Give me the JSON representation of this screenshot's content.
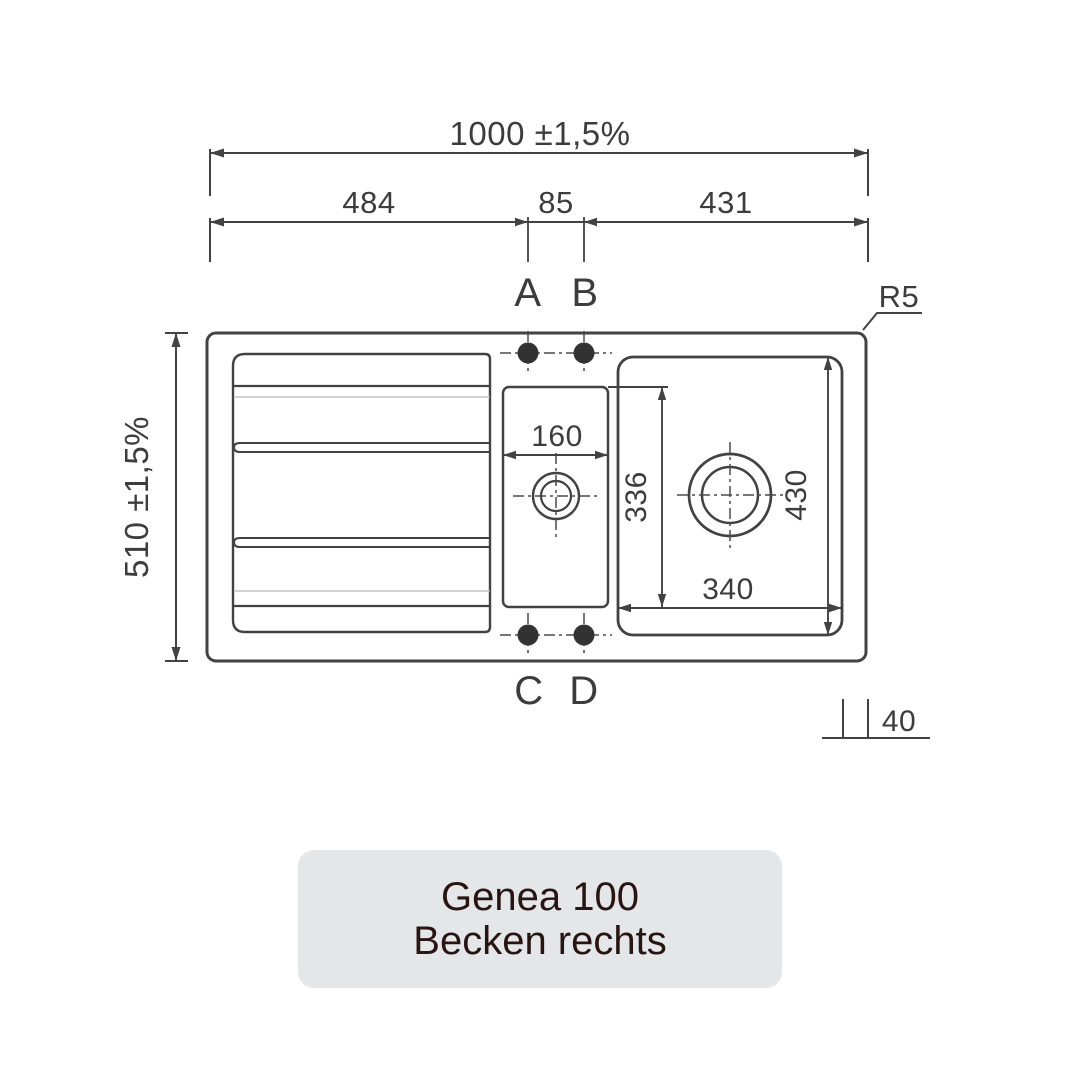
{
  "colors": {
    "line": "#424242",
    "caption_bg": "#e4e7ea",
    "caption_text": "#2a1410"
  },
  "drawing": {
    "dim_total_width": "1000 ±1,5%",
    "dim_seg_left": "484",
    "dim_seg_mid": "85",
    "dim_seg_right": "431",
    "dim_depth": "510 ±1,5%",
    "dim_small_basin_width": "160",
    "dim_small_basin_length": "336",
    "dim_main_basin_length": "430",
    "dim_main_basin_width": "340",
    "corner_radius": "R5",
    "rim_height": "40",
    "hole_a": "A",
    "hole_b": "B",
    "hole_c": "C",
    "hole_d": "D"
  },
  "caption": {
    "line1": "Genea 100",
    "line2": "Becken rechts"
  }
}
